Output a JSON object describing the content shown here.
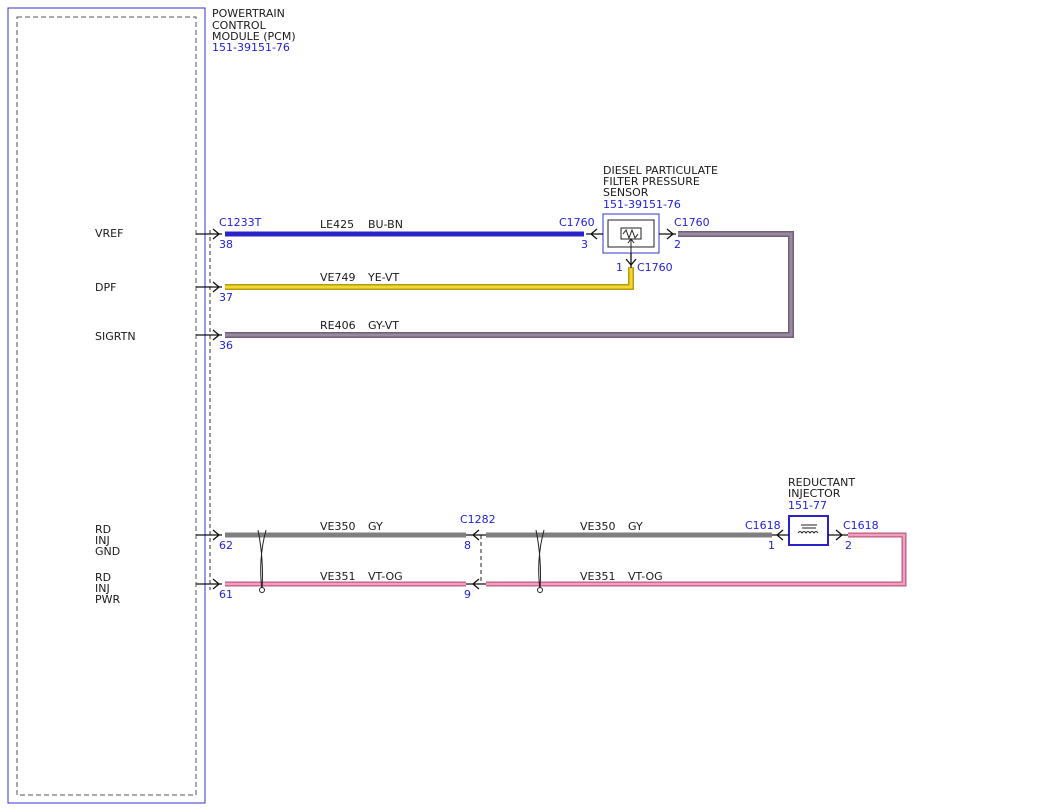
{
  "colors": {
    "blue_text": "#2222dd",
    "border_blue": "#3333cc",
    "wire_BU_BN": "#2a24c8",
    "wire_YE_VT": "#e8cc20",
    "wire_GY_VT": "#8a7a90",
    "wire_GY": "#7f7f7f",
    "wire_VT_OG": "#e07aa0"
  },
  "pcm": {
    "title_lines": [
      "POWERTRAIN",
      "CONTROL",
      "MODULE (PCM)"
    ],
    "ref": "151-39151-76",
    "connector": "C1233T",
    "pins": [
      {
        "label_lines": [
          "VREF"
        ],
        "pin": "38"
      },
      {
        "label_lines": [
          "DPF"
        ],
        "pin": "37"
      },
      {
        "label_lines": [
          "SIGRTN"
        ],
        "pin": "36"
      },
      {
        "label_lines": [
          "RD",
          "INJ",
          "GND"
        ],
        "pin": "62"
      },
      {
        "label_lines": [
          "RD",
          "INJ",
          "PWR"
        ],
        "pin": "61"
      }
    ]
  },
  "wires": [
    {
      "circuit": "LE425",
      "color": "BU-BN"
    },
    {
      "circuit": "VE749",
      "color": "YE-VT"
    },
    {
      "circuit": "RE406",
      "color": "GY-VT"
    },
    {
      "circuit": "VE350",
      "color": "GY"
    },
    {
      "circuit": "VE351",
      "color": "VT-OG"
    },
    {
      "circuit": "VE350",
      "color": "GY"
    },
    {
      "circuit": "VE351",
      "color": "VT-OG"
    }
  ],
  "dpf_sensor": {
    "title_lines": [
      "DIESEL PARTICULATE",
      "FILTER PRESSURE",
      "SENSOR"
    ],
    "ref": "151-39151-76",
    "connector_left": "C1760",
    "connector_right": "C1760",
    "connector_bottom": "C1760",
    "pin_left": "3",
    "pin_right": "2",
    "pin_bottom": "1"
  },
  "inline_connector": {
    "name": "C1282",
    "pin_top": "8",
    "pin_bottom": "9"
  },
  "injector": {
    "title_lines": [
      "REDUCTANT",
      "INJECTOR"
    ],
    "ref": "151-77",
    "connector_left": "C1618",
    "connector_right": "C1618",
    "pin_left": "1",
    "pin_right": "2"
  }
}
